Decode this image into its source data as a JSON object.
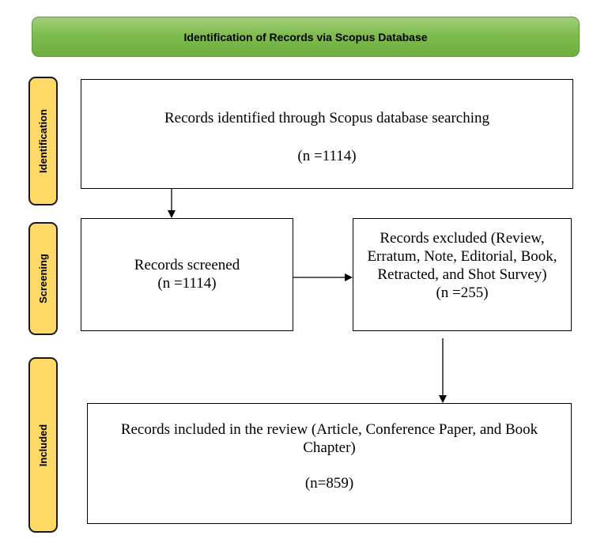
{
  "banner": {
    "title": "Identification of Records via Scopus Database"
  },
  "stages": {
    "identification": "Identification",
    "screening": "Screening",
    "included": "Included"
  },
  "boxes": {
    "identified": {
      "text": "Records identified through Scopus database searching",
      "count": "(n =1114)"
    },
    "screened": {
      "text": "Records screened",
      "count": "(n =1114)"
    },
    "excluded": {
      "text": "Records excluded (Review, Erratum, Note, Editorial, Book, Retracted, and Shot Survey)",
      "count": "(n =255)"
    },
    "included": {
      "text": "Records included in the review (Article, Conference Paper, and Book Chapter)",
      "count": "(n=859)"
    }
  },
  "colors": {
    "banner_green": "#7fbb4f",
    "stage_yellow": "#ffd966",
    "line": "#000000"
  }
}
